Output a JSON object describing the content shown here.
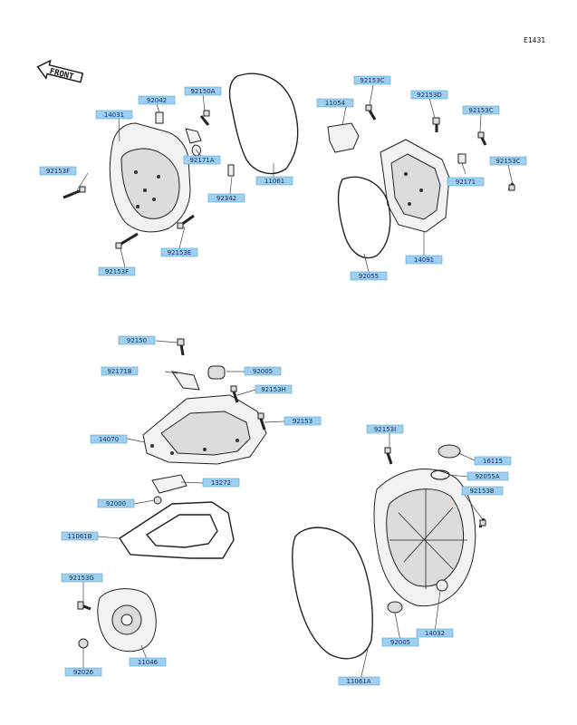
{
  "diagram_code": "E1431",
  "front_arrow_text": "FRONT",
  "labels": [
    "14031",
    "92042",
    "92150A",
    "92171A",
    "92153F",
    "92342",
    "92153E",
    "92153F",
    "11061",
    "11054",
    "92153C",
    "92153D",
    "92153C",
    "92153C",
    "92171",
    "92055",
    "14091",
    "92150",
    "92171B",
    "92005",
    "92153H",
    "92153",
    "14070",
    "13272",
    "92000",
    "11061B",
    "92153I",
    "16115",
    "92055A",
    "92153B",
    "92153G",
    "92026",
    "11046",
    "92005",
    "14032",
    "11061A"
  ]
}
